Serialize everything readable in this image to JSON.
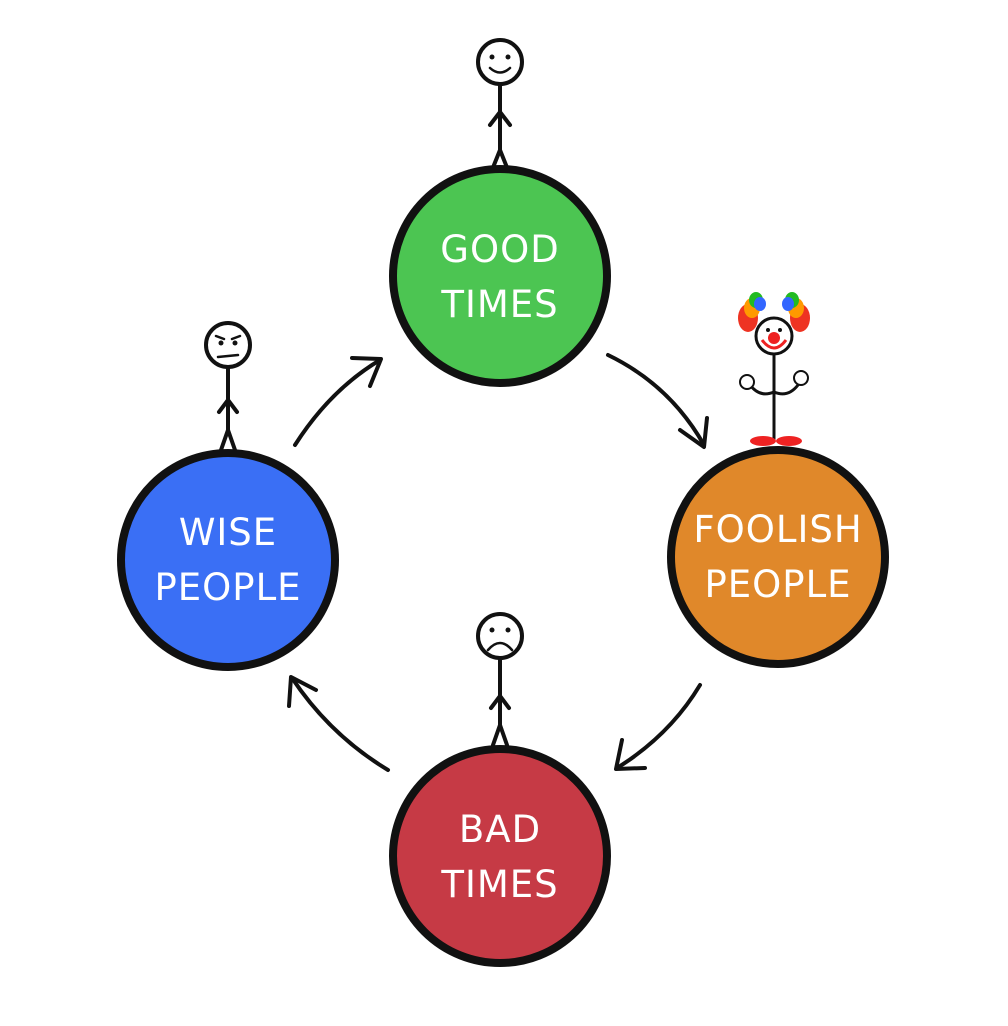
{
  "nodes": [
    {
      "id": "good",
      "line1": "GOOD",
      "line2": "TIMES",
      "color": "#4cc552",
      "figure": "happy"
    },
    {
      "id": "foolish",
      "line1": "FOOLISH",
      "line2": "PEOPLE",
      "color": "#e0882a",
      "figure": "clown"
    },
    {
      "id": "bad",
      "line1": "BAD",
      "line2": "TIMES",
      "color": "#c63a45",
      "figure": "sad"
    },
    {
      "id": "wise",
      "line1": "WISE",
      "line2": "PEOPLE",
      "color": "#3a6ff5",
      "figure": "neutral"
    }
  ],
  "cycle": [
    "good",
    "foolish",
    "bad",
    "wise"
  ]
}
